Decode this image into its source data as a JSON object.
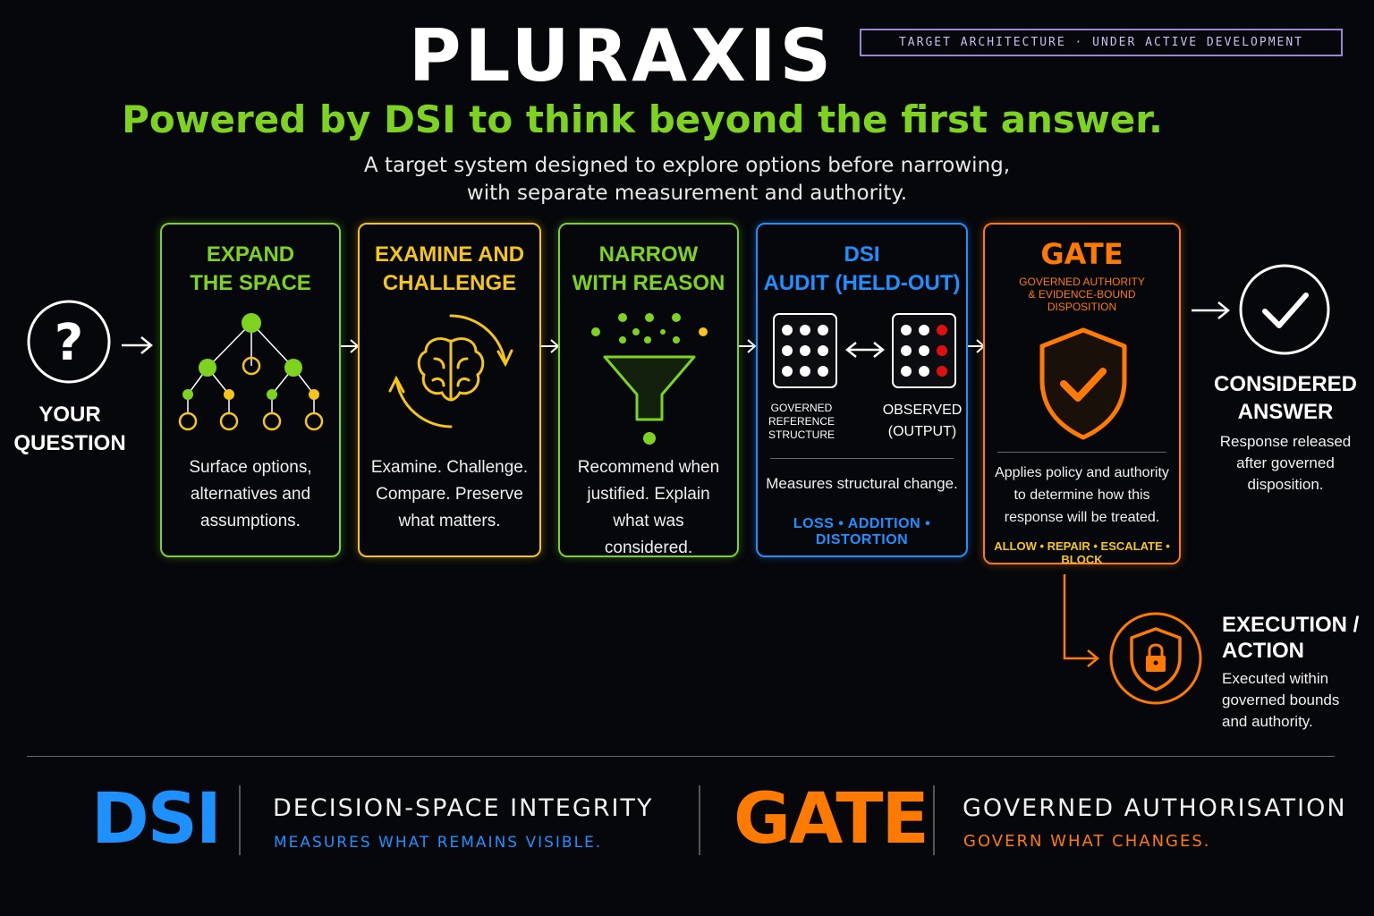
{
  "header": {
    "title": "PLURAXIS",
    "badge": "TARGET ARCHITECTURE  ·  UNDER ACTIVE DEVELOPMENT",
    "tagline": "Powered by DSI to think beyond the first answer.",
    "subtitle_line1": "A target system designed to explore options before narrowing,",
    "subtitle_line2": "with separate measurement and authority."
  },
  "start": {
    "label_line1": "YOUR",
    "label_line2": "QUESTION",
    "icon": "question-mark-icon"
  },
  "stages": [
    {
      "title_line1": "EXPAND",
      "title_line2": "THE SPACE",
      "icon": "tree-icon",
      "color": "#7ed321",
      "body": [
        "Surface options,",
        "alternatives and",
        "assumptions."
      ]
    },
    {
      "title_line1": "EXAMINE AND",
      "title_line2": "CHALLENGE",
      "icon": "brain-cycle-icon",
      "color": "#f5c518",
      "body": [
        "Examine. Challenge.",
        "Compare. Preserve",
        "what matters."
      ]
    },
    {
      "title_line1": "NARROW",
      "title_line2": "WITH REASON",
      "icon": "funnel-icon",
      "color": "#7ed321",
      "body": [
        "Recommend when",
        "justified. Explain",
        "what was considered."
      ]
    }
  ],
  "dsi_card": {
    "title_line1": "DSI",
    "title_line2": "AUDIT (HELD-OUT)",
    "color": "#1e90ff",
    "left_label": [
      "GOVERNED",
      "REFERENCE",
      "STRUCTURE"
    ],
    "right_label": [
      "OBSERVED",
      "(OUTPUT)"
    ],
    "body": "Measures structural change.",
    "tags": "LOSS • ADDITION • DISTORTION"
  },
  "gate_card": {
    "title": "GATE",
    "subtitle": [
      "GOVERNED AUTHORITY",
      "& EVIDENCE-BOUND",
      "DISPOSITION"
    ],
    "color": "#ff7a00",
    "body": [
      "Applies policy and authority",
      "to determine how this",
      "response will be treated."
    ],
    "tags": "ALLOW • REPAIR • ESCALATE • BLOCK",
    "icon": "shield-check-icon"
  },
  "end": {
    "title_line1": "CONSIDERED",
    "title_line2": "ANSWER",
    "body": [
      "Response released",
      "after governed",
      "disposition."
    ],
    "icon": "checkmark-icon"
  },
  "execution": {
    "title_line1": "EXECUTION /",
    "title_line2": "ACTION",
    "body": [
      "Executed within",
      "governed bounds",
      "and authority."
    ],
    "icon": "shield-lock-icon"
  },
  "footer": {
    "dsi_big": "DSI",
    "dsi_main": "DECISION-SPACE INTEGRITY",
    "dsi_sub": "MEASURES WHAT REMAINS VISIBLE.",
    "gate_big": "GATE",
    "gate_main": "GOVERNED AUTHORISATION",
    "gate_sub": "GOVERN WHAT CHANGES."
  },
  "colors": {
    "green": "#7ed321",
    "yellow": "#f5c518",
    "blue": "#1e90ff",
    "orange": "#ff7a00",
    "red": "#e01010"
  }
}
